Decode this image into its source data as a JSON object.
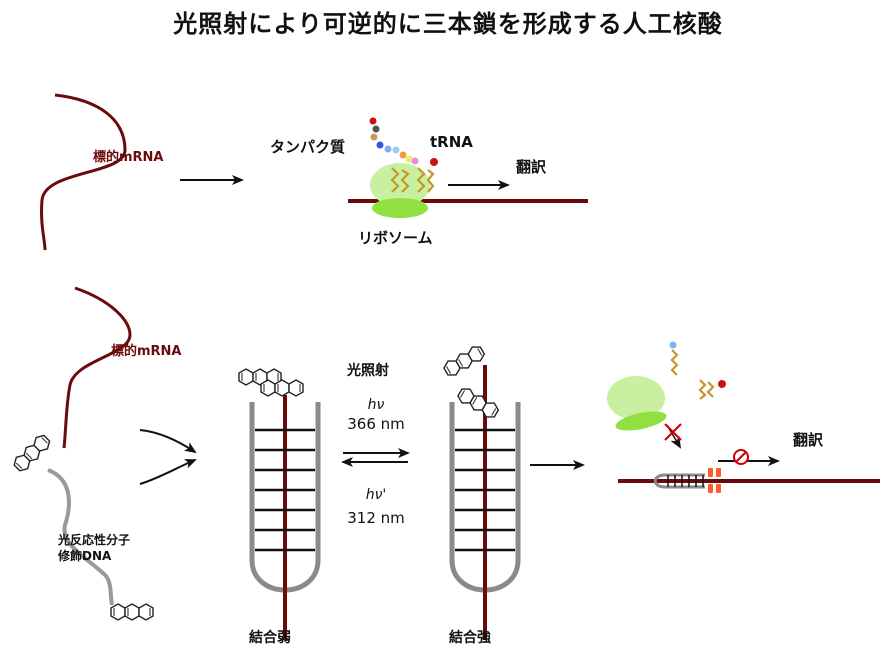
{
  "title": "光照射により可逆的に三本鎖を形成する人工核酸",
  "top": {
    "target_label": "標的mRNA",
    "protein_label": "タンパク質",
    "trna_label": "tRNA",
    "translation_label": "翻訳",
    "ribosome_label": "リボソーム"
  },
  "bottom": {
    "target_label": "標的mRNA",
    "modified_dna_line1": "光反応性分子",
    "modified_dna_line2": "修飾DNA",
    "light_label": "光照射",
    "forward_hv": "hν",
    "forward_wavelength": "366 nm",
    "reverse_hv": "hν'",
    "reverse_wavelength": "312 nm",
    "weak_label": "結合弱",
    "strong_label": "結合強",
    "translation_label": "翻訳"
  },
  "colors": {
    "mrna": "#6b0a0a",
    "dna": "#8a8a8a",
    "ribosome_large": "#c8f0a0",
    "ribosome_small": "#8fe040",
    "trna": "#c8962a",
    "block": "#ff5a2a",
    "prohibit": "#cc0000"
  },
  "icons": [
    "anthracene-icon",
    "arrow-icon",
    "prohibit-icon",
    "cross-icon"
  ]
}
